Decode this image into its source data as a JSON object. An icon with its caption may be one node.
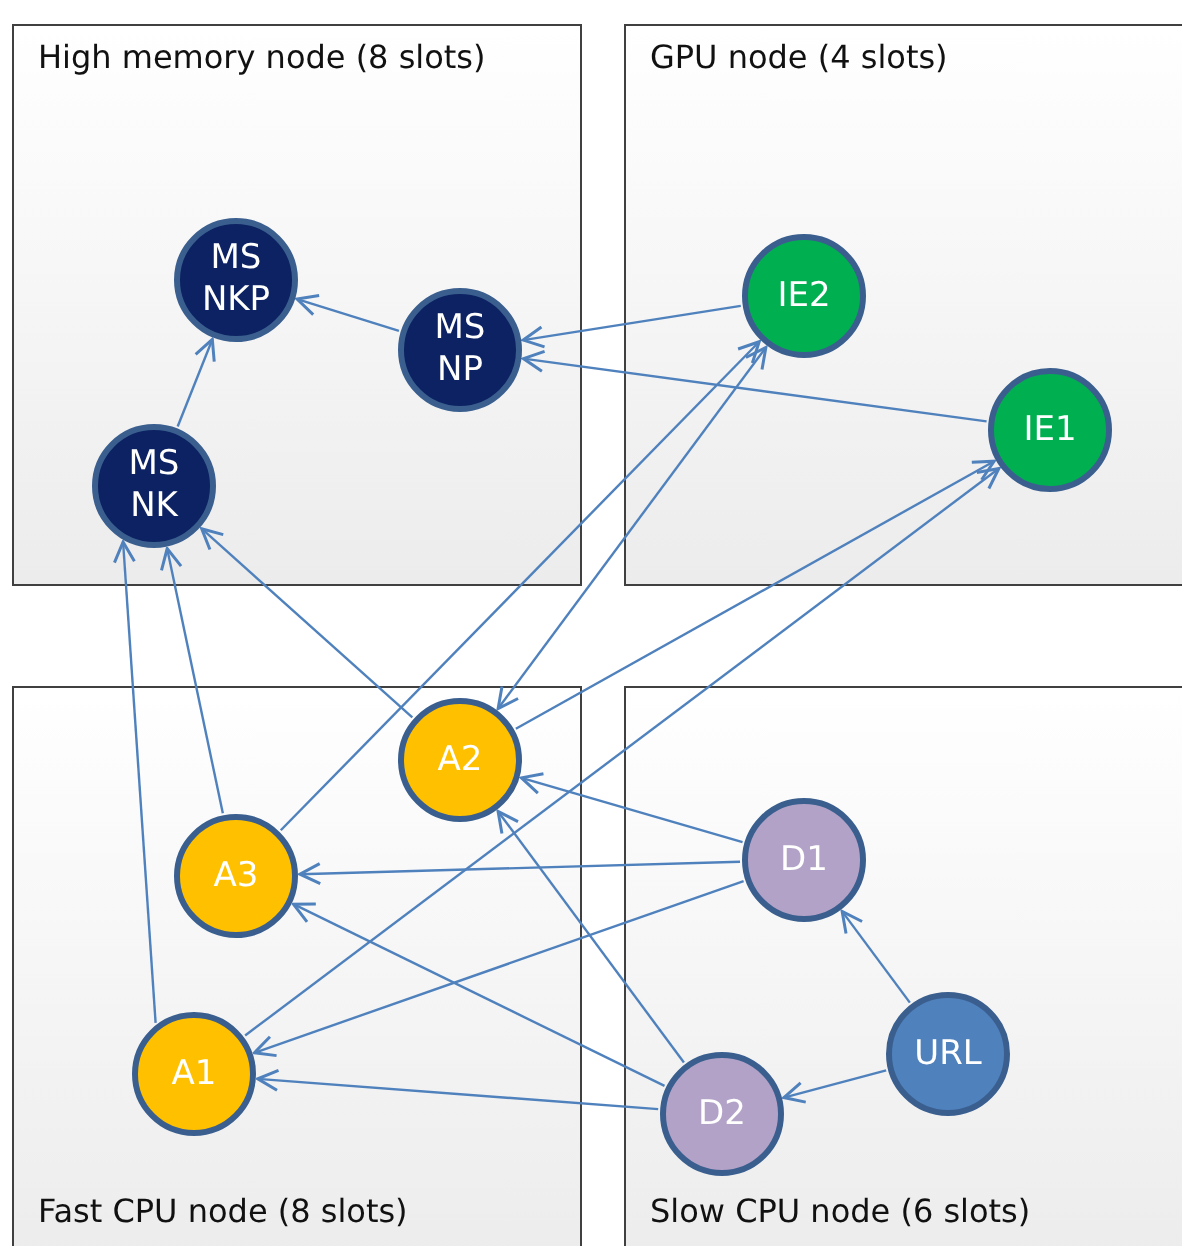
{
  "diagram": {
    "nodes": [
      {
        "text": [
          "High memory node (8 slots)"
        ]
      },
      {
        "text": [
          "GPU node (4 slots)"
        ]
      },
      {
        "text": [
          "Fast CPU node (8 slots)"
        ]
      },
      {
        "text": [
          "Slow CPU node (6 slots)"
        ]
      },
      {
        "text": [
          "MS NKP"
        ],
        "in": 0
      },
      {
        "text": [
          "MS NP"
        ],
        "in": 0
      },
      {
        "text": [
          "MS NK"
        ],
        "in": 0
      },
      {
        "text": [
          "IE2"
        ],
        "in": 1
      },
      {
        "text": [
          "IE1"
        ],
        "in": 1
      },
      {
        "text": [
          "A2"
        ],
        "in": 2
      },
      {
        "text": [
          "A3"
        ],
        "in": 2
      },
      {
        "text": [
          "A1"
        ],
        "in": 2
      },
      {
        "text": [
          "D1"
        ],
        "in": 3
      },
      {
        "text": [
          "URL"
        ],
        "in": 3
      },
      {
        "text": [
          "D2"
        ],
        "in": 3
      }
    ],
    "edges": [
      {
        "from": 6,
        "to": 4,
        "arrow": "to"
      },
      {
        "from": 5,
        "to": 4,
        "arrow": "to"
      },
      {
        "from": 7,
        "to": 5,
        "arrow": "to"
      },
      {
        "from": 8,
        "to": 5,
        "arrow": "to"
      },
      {
        "from": 9,
        "to": 6,
        "arrow": "to"
      },
      {
        "from": 10,
        "to": 6,
        "arrow": "to"
      },
      {
        "from": 11,
        "to": 6,
        "arrow": "to"
      },
      {
        "from": 10,
        "to": 7,
        "arrow": "to"
      },
      {
        "from": 9,
        "to": 7,
        "arrow": "both"
      },
      {
        "from": 9,
        "to": 8,
        "arrow": "to"
      },
      {
        "from": 11,
        "to": 8,
        "arrow": "to"
      },
      {
        "from": 12,
        "to": 9,
        "arrow": "to"
      },
      {
        "from": 12,
        "to": 10,
        "arrow": "to"
      },
      {
        "from": 12,
        "to": 11,
        "arrow": "to"
      },
      {
        "from": 14,
        "to": 11,
        "arrow": "to"
      },
      {
        "from": 14,
        "to": 10,
        "arrow": "to"
      },
      {
        "from": 14,
        "to": 9,
        "arrow": "to"
      },
      {
        "from": 13,
        "to": 12,
        "arrow": "to"
      },
      {
        "from": 13,
        "to": 14,
        "arrow": "to"
      }
    ]
  }
}
